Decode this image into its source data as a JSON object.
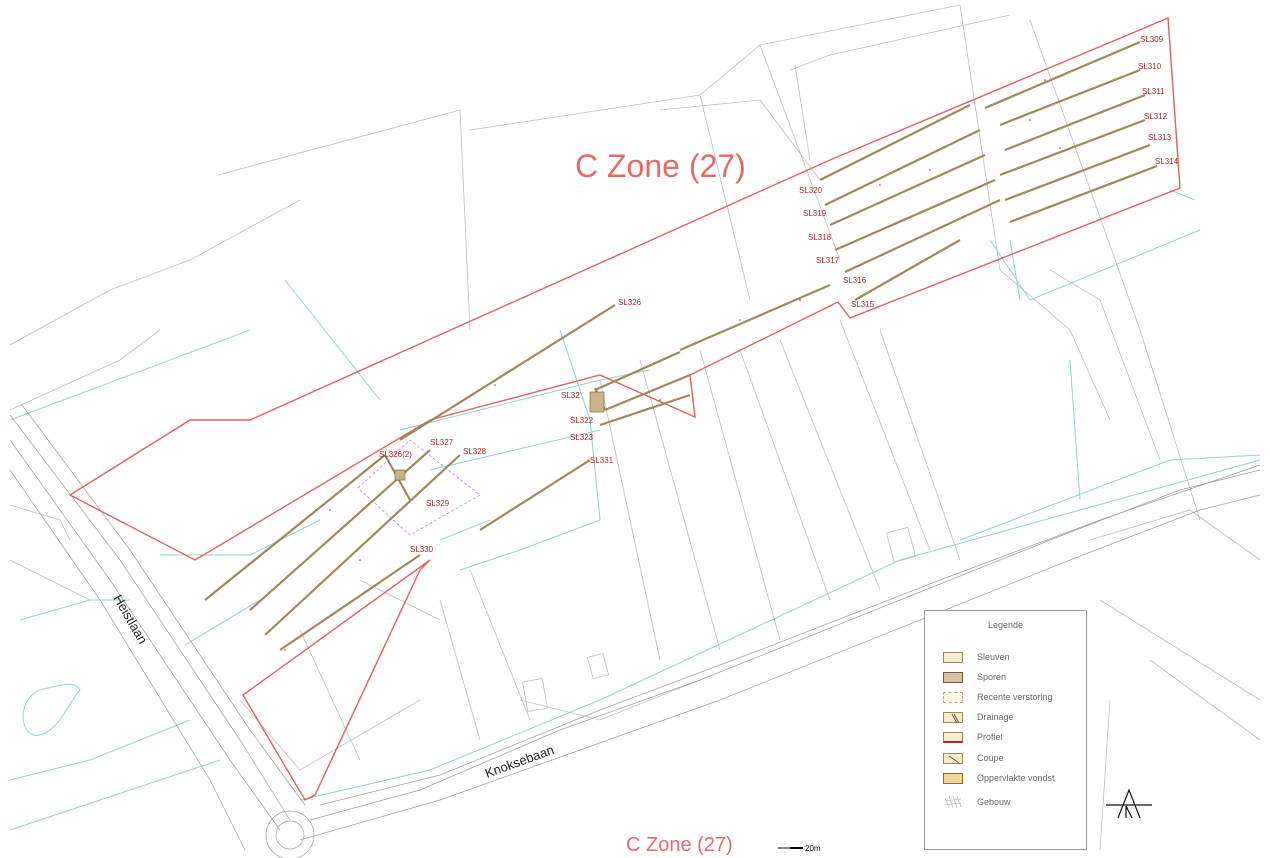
{
  "map": {
    "zone_title_top": "C Zone (27)",
    "zone_title_bottom": "C Zone (27)",
    "scale_label": "20m",
    "north_arrow_icon": "north-arrow-icon",
    "streets": {
      "heistlaan": "Heistlaan",
      "knoksebaan": "Knoksebaan"
    },
    "trenches": {
      "sl309": "SL309",
      "sl310": "SL310",
      "sl311": "SL311",
      "sl312": "SL312",
      "sl313": "SL313",
      "sl314": "SL314",
      "sl315": "SL315",
      "sl316": "SL316",
      "sl317": "SL317",
      "sl318": "SL318",
      "sl319": "SL319",
      "sl320": "SL320",
      "sl326": "SL326",
      "sl326_2": "SL326(2)",
      "sl327": "SL327",
      "sl328": "SL328",
      "sl329": "SL329",
      "sl330": "SL330",
      "sl331": "SL331",
      "sl32x": "SL32",
      "sl322": "SL322",
      "sl323": "SL323"
    },
    "colors": {
      "zone_boundary": "#e06060",
      "trench": "#a0885a",
      "water": "#8fd3d6",
      "parcel": "#b9b9b9",
      "trench_label": "#b0262c",
      "zone_title": "#e46a6a"
    }
  },
  "legend": {
    "title": "Legende",
    "items": [
      {
        "label": "Sleuven",
        "icon": "sleuven-swatch-icon"
      },
      {
        "label": "Sporen",
        "icon": "sporen-swatch-icon"
      },
      {
        "label": "Recente verstoring",
        "icon": "recente-verstoring-swatch-icon"
      },
      {
        "label": "Drainage",
        "icon": "drainage-swatch-icon"
      },
      {
        "label": "Profiel",
        "icon": "profiel-swatch-icon"
      },
      {
        "label": "Coupe",
        "icon": "coupe-swatch-icon"
      },
      {
        "label": "Oppervlakte vondst",
        "icon": "oppervlakte-vondst-swatch-icon"
      },
      {
        "label": "Gebouw",
        "icon": "gebouw-swatch-icon"
      }
    ]
  }
}
